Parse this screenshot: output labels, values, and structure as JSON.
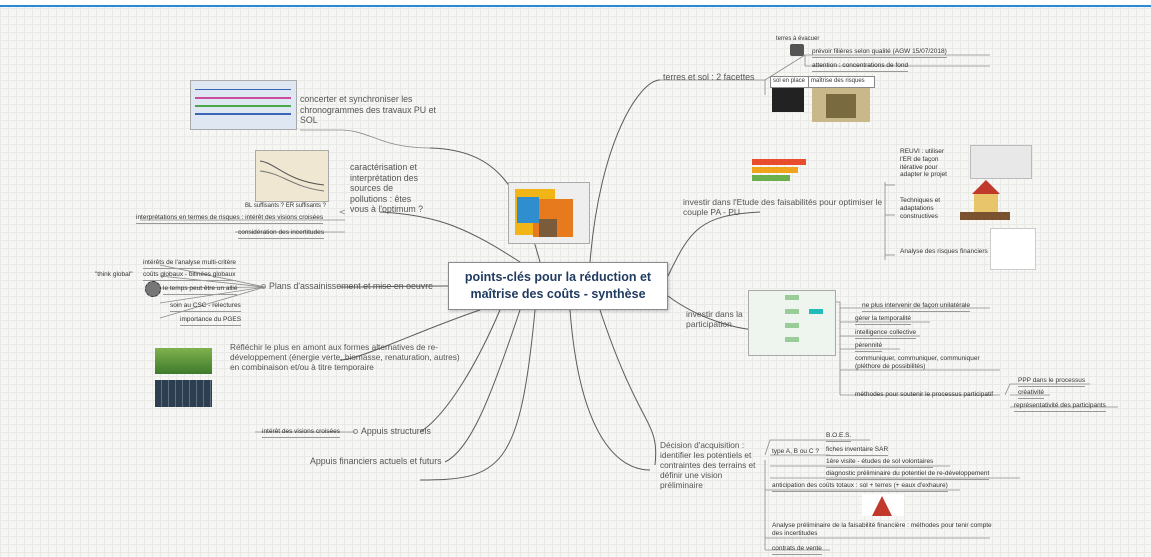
{
  "center": "points-clés pour la réduction et maîtrise des coûts -  synthèse",
  "left": {
    "chrono": "concerter et synchroniser les chronogrammes des travaux PU et SOL",
    "pollution": "caractérisation et interprétation des sources de pollutions : êtes vous à l'optimum ?",
    "pollution_img_caption": "BL suffisants ?   ER suffisants ?",
    "pollution_sub1": "interprétations en termes de risques : intérêt des visions croisées",
    "pollution_sub2": "considération des incertitudes",
    "plans": "Plans d'assainissement et mise en oeuvre",
    "plans_sub1": "intérêts de l'analyse multi-critère",
    "plans_think": "\"think global\"",
    "plans_sub2": "coûts globaux - bilinées globaux",
    "plans_sub3": "le temps peut être un allié",
    "plans_sub4": "soin au CSC - relectures",
    "plans_sub5": "importance du PGES",
    "reflechir": "Réfléchir le plus en amont aux formes alternatives de re-développement (énergie verte, biomasse, renaturation, autres) en combinaison et/ou à titre temporaire",
    "appuis_struct": "Appuis structurels",
    "appuis_struct_sub": "intérêt des visions croisées",
    "appuis_fin": "Appuis financiers actuels et futurs"
  },
  "right": {
    "terres": "terres et sol : 2 facettes",
    "terres_evacuer": "terres à évacuer",
    "terres_sub1": "prévoir filières selon qualité (AGW 15/07/2018)",
    "terres_sub2": "attention : concentrations de fond",
    "sol_en_place": "sol en place",
    "maitrise_risques": "maîtrise des risques",
    "investir_etude": "investir dans l'Etude des faisabilités pour optimiser le couple PA - PU",
    "etude_sub1": "REUVI : utiliser l'ER de façon itérative pour adapter le projet",
    "etude_sub2": "Techniques et adaptations constructives",
    "etude_sub3": "Analyse des risques financiers",
    "investir_part": "investir dans la participation",
    "part_sub1": "ne plus intervenir de façon unilatérale",
    "part_sub2": "gérer la temporalité",
    "part_sub3": "intelligence collective",
    "part_sub4": "pérennité",
    "part_sub5": "communiquer, communiquer, communiquer (pléthore de possibilités)",
    "part_sub6": "méthodes pour soutenir le processus participatif",
    "part_sub6a": "PPP dans le processus",
    "part_sub6b": "créativité",
    "part_sub6c": "représentativité des participants",
    "decision": "Décision d'acquisition : identifier les potentiels et contraintes des terrains et définir une vision préliminaire",
    "type_abc": "type A, B ou C ?",
    "dec_sub1": "B.O.E.S.",
    "dec_sub2": "fiches inventaire SAR",
    "dec_sub3": "1ère visite - études de sol volontaires",
    "dec_sub4": "diagnostic préliminaire du potentiel de re-développement",
    "dec_anticip": "anticipation des coûts totaux : sol + terres (+ eaux d'exhaure)",
    "dec_analyse": "Analyse préliminaire de la faisabilité financière : méthodes pour tenir compte des incertitudes",
    "dec_contrats": "contrats de vente"
  }
}
